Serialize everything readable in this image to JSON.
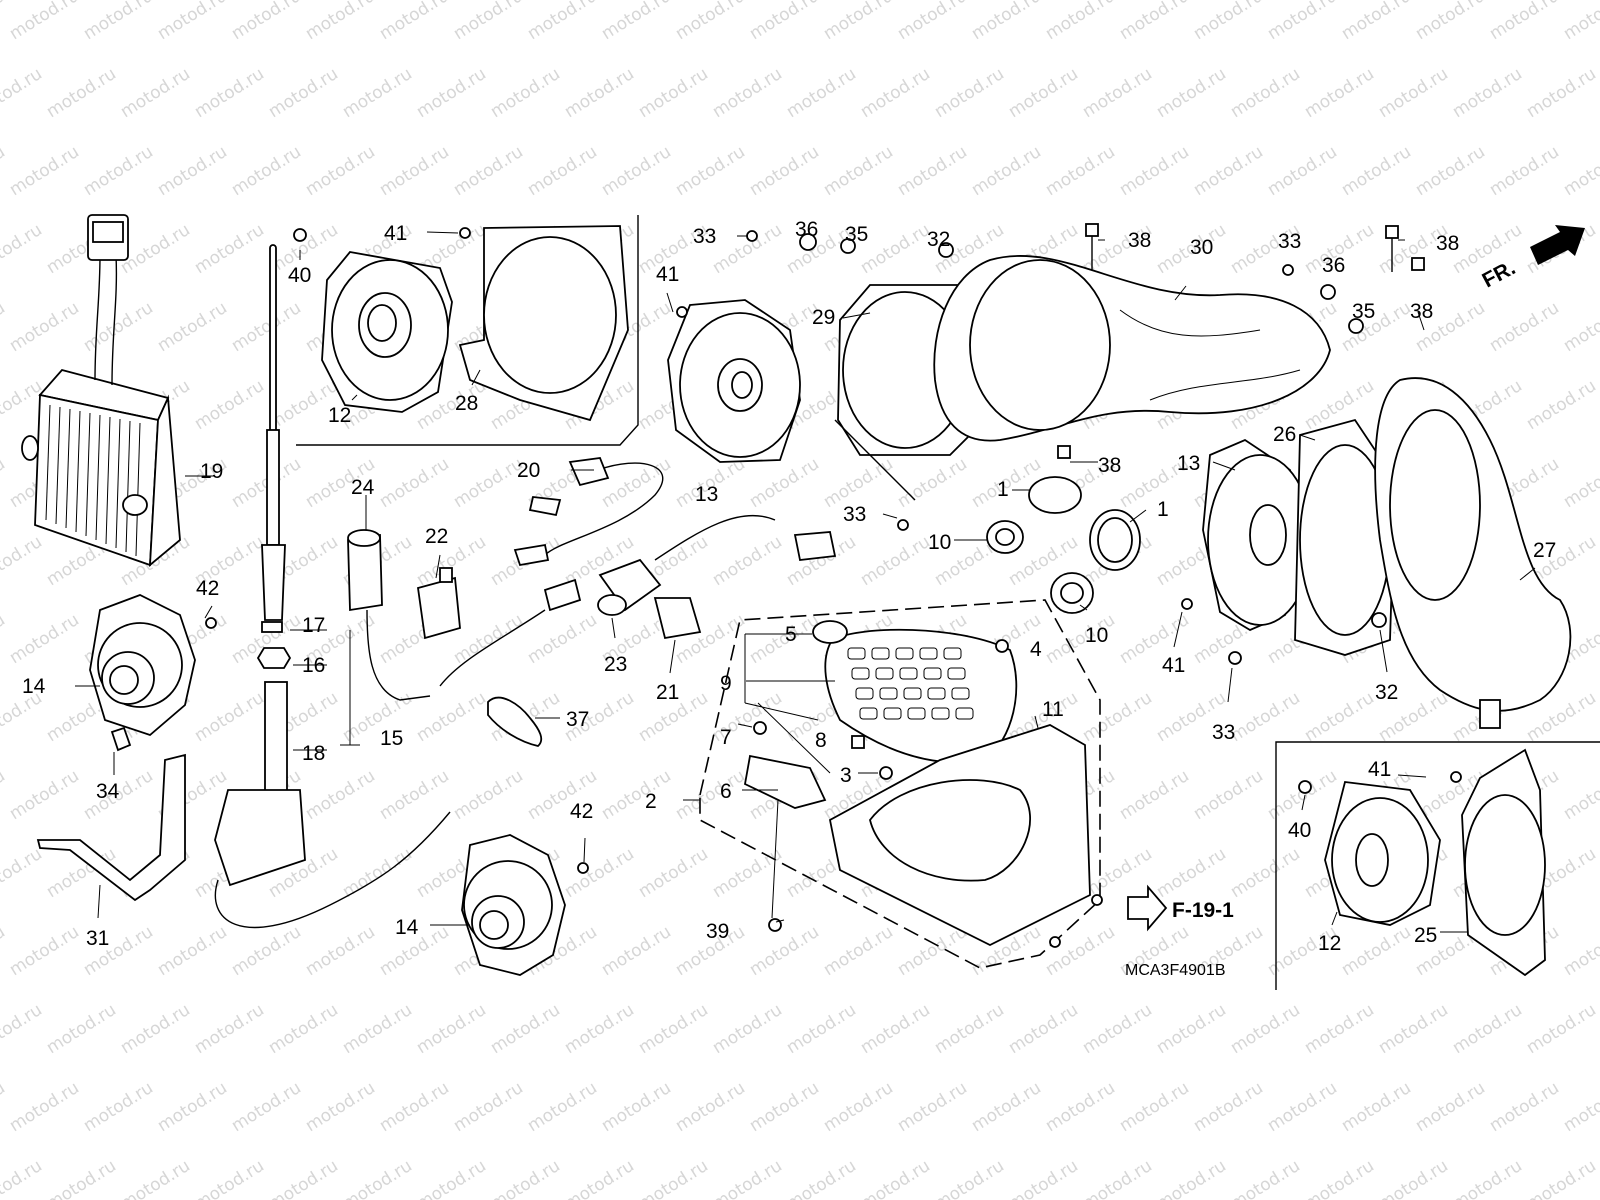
{
  "watermark": {
    "text": "motod.ru"
  },
  "diagram": {
    "code": "MCA3F4901B",
    "front_marker": "FR.",
    "reference": "F-19-1",
    "callouts": {
      "c1a": "1",
      "c1b": "1",
      "c2": "2",
      "c3": "3",
      "c4": "4",
      "c5": "5",
      "c6": "6",
      "c7": "7",
      "c8": "8",
      "c9": "9",
      "c10a": "10",
      "c10b": "10",
      "c11": "11",
      "c12a": "12",
      "c12b": "12",
      "c13a": "13",
      "c13b": "13",
      "c14a": "14",
      "c14b": "14",
      "c15": "15",
      "c16": "16",
      "c17": "17",
      "c18": "18",
      "c19": "19",
      "c20": "20",
      "c21": "21",
      "c22": "22",
      "c23": "23",
      "c24": "24",
      "c25": "25",
      "c26": "26",
      "c27": "27",
      "c28": "28",
      "c29": "29",
      "c30": "30",
      "c31": "31",
      "c32a": "32",
      "c32b": "32",
      "c33a": "33",
      "c33b": "33",
      "c33c": "33",
      "c33d": "33",
      "c34": "34",
      "c35a": "35",
      "c35b": "35",
      "c36a": "36",
      "c36b": "36",
      "c37": "37",
      "c38a": "38",
      "c38b": "38",
      "c38c": "38",
      "c38d": "38",
      "c39": "39",
      "c40a": "40",
      "c40b": "40",
      "c41a": "41",
      "c41b": "41",
      "c41c": "41",
      "c41d": "41",
      "c42a": "42",
      "c42b": "42"
    }
  }
}
